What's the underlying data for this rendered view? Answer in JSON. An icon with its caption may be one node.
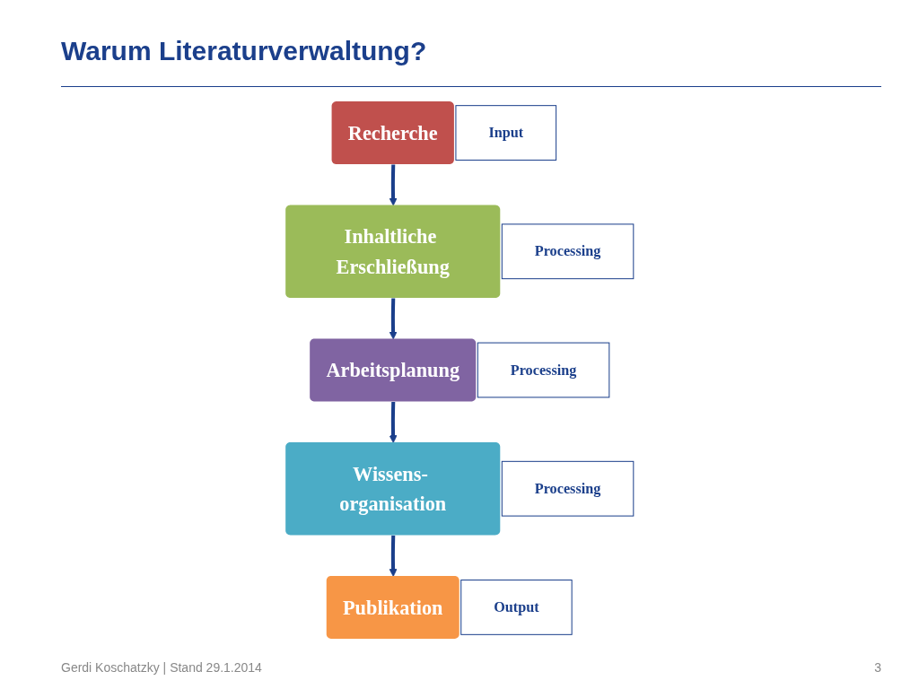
{
  "diagram": {
    "title": "Warum Literaturverwaltung?",
    "nodes": [
      {
        "text": [
          "Recherche"
        ],
        "beside": [
          "Input"
        ]
      },
      {
        "text": [
          "Inhaltliche Erschließung"
        ],
        "beside": [
          "Processing"
        ]
      },
      {
        "text": [
          "Arbeitsplanung"
        ],
        "beside": [
          "Processing"
        ]
      },
      {
        "text": [
          "Wissens- organisation"
        ],
        "beside": [
          "Processing"
        ]
      },
      {
        "text": [
          "Publikation"
        ],
        "beside": [
          "Output"
        ]
      }
    ],
    "edges": [
      {
        "from": 0,
        "to": 1,
        "arrow": "to"
      },
      {
        "from": 1,
        "to": 2,
        "arrow": "to"
      },
      {
        "from": 2,
        "to": 3,
        "arrow": "to"
      },
      {
        "from": 3,
        "to": 4,
        "arrow": "to"
      }
    ],
    "labels": [
      "Gerdi Koschatzky | Stand 29.1.2014",
      "3"
    ]
  }
}
